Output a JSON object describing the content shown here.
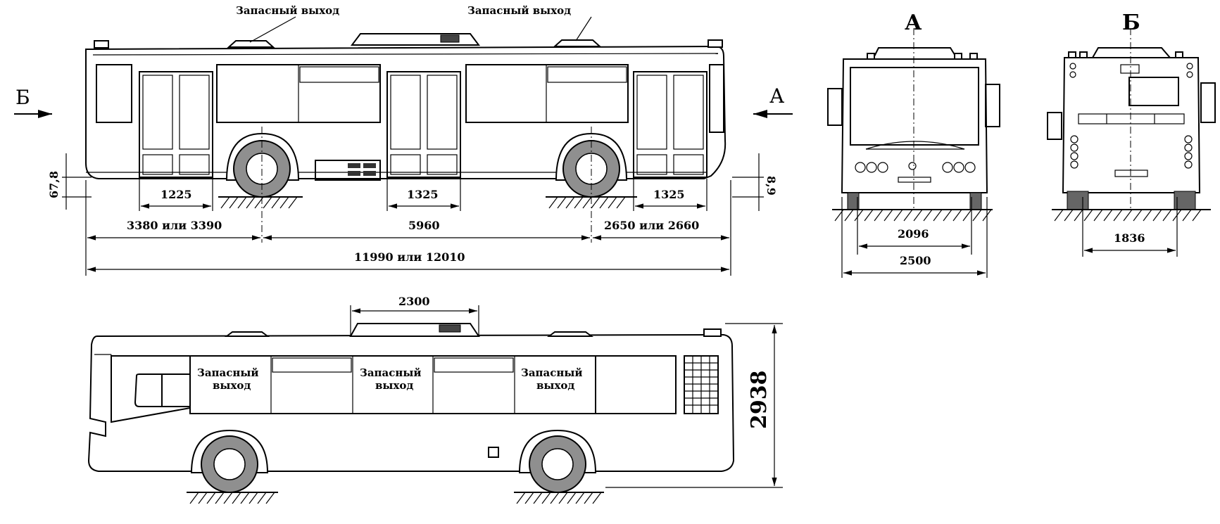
{
  "side_view_top": {
    "emergency_exit_left": "Запасный выход",
    "emergency_exit_right": "Запасный выход",
    "view_arrow_left": "Б",
    "view_arrow_right": "А",
    "clearance_left": "67,8",
    "clearance_right": "8,9",
    "door_width_front": "1225",
    "door_width_middle": "1325",
    "door_width_rear": "1325",
    "front_overhang": "3380 или 3390",
    "wheelbase": "5960",
    "rear_overhang": "2650 или 2660",
    "overall_length": "11990 или 12010"
  },
  "side_view_bottom": {
    "ac_unit_length": "2300",
    "window_label_1_line1": "Запасный",
    "window_label_1_line2": "выход",
    "window_label_2_line1": "Запасный",
    "window_label_2_line2": "выход",
    "window_label_3_line1": "Запасный",
    "window_label_3_line2": "выход",
    "overall_height": "2938"
  },
  "front_view": {
    "title": "А",
    "track_width": "2096",
    "overall_width": "2500"
  },
  "rear_view": {
    "title": "Б",
    "rear_track_width": "1836"
  },
  "colors": {
    "line": "#000000",
    "tyre": "#8f8f8f",
    "background": "#ffffff"
  }
}
